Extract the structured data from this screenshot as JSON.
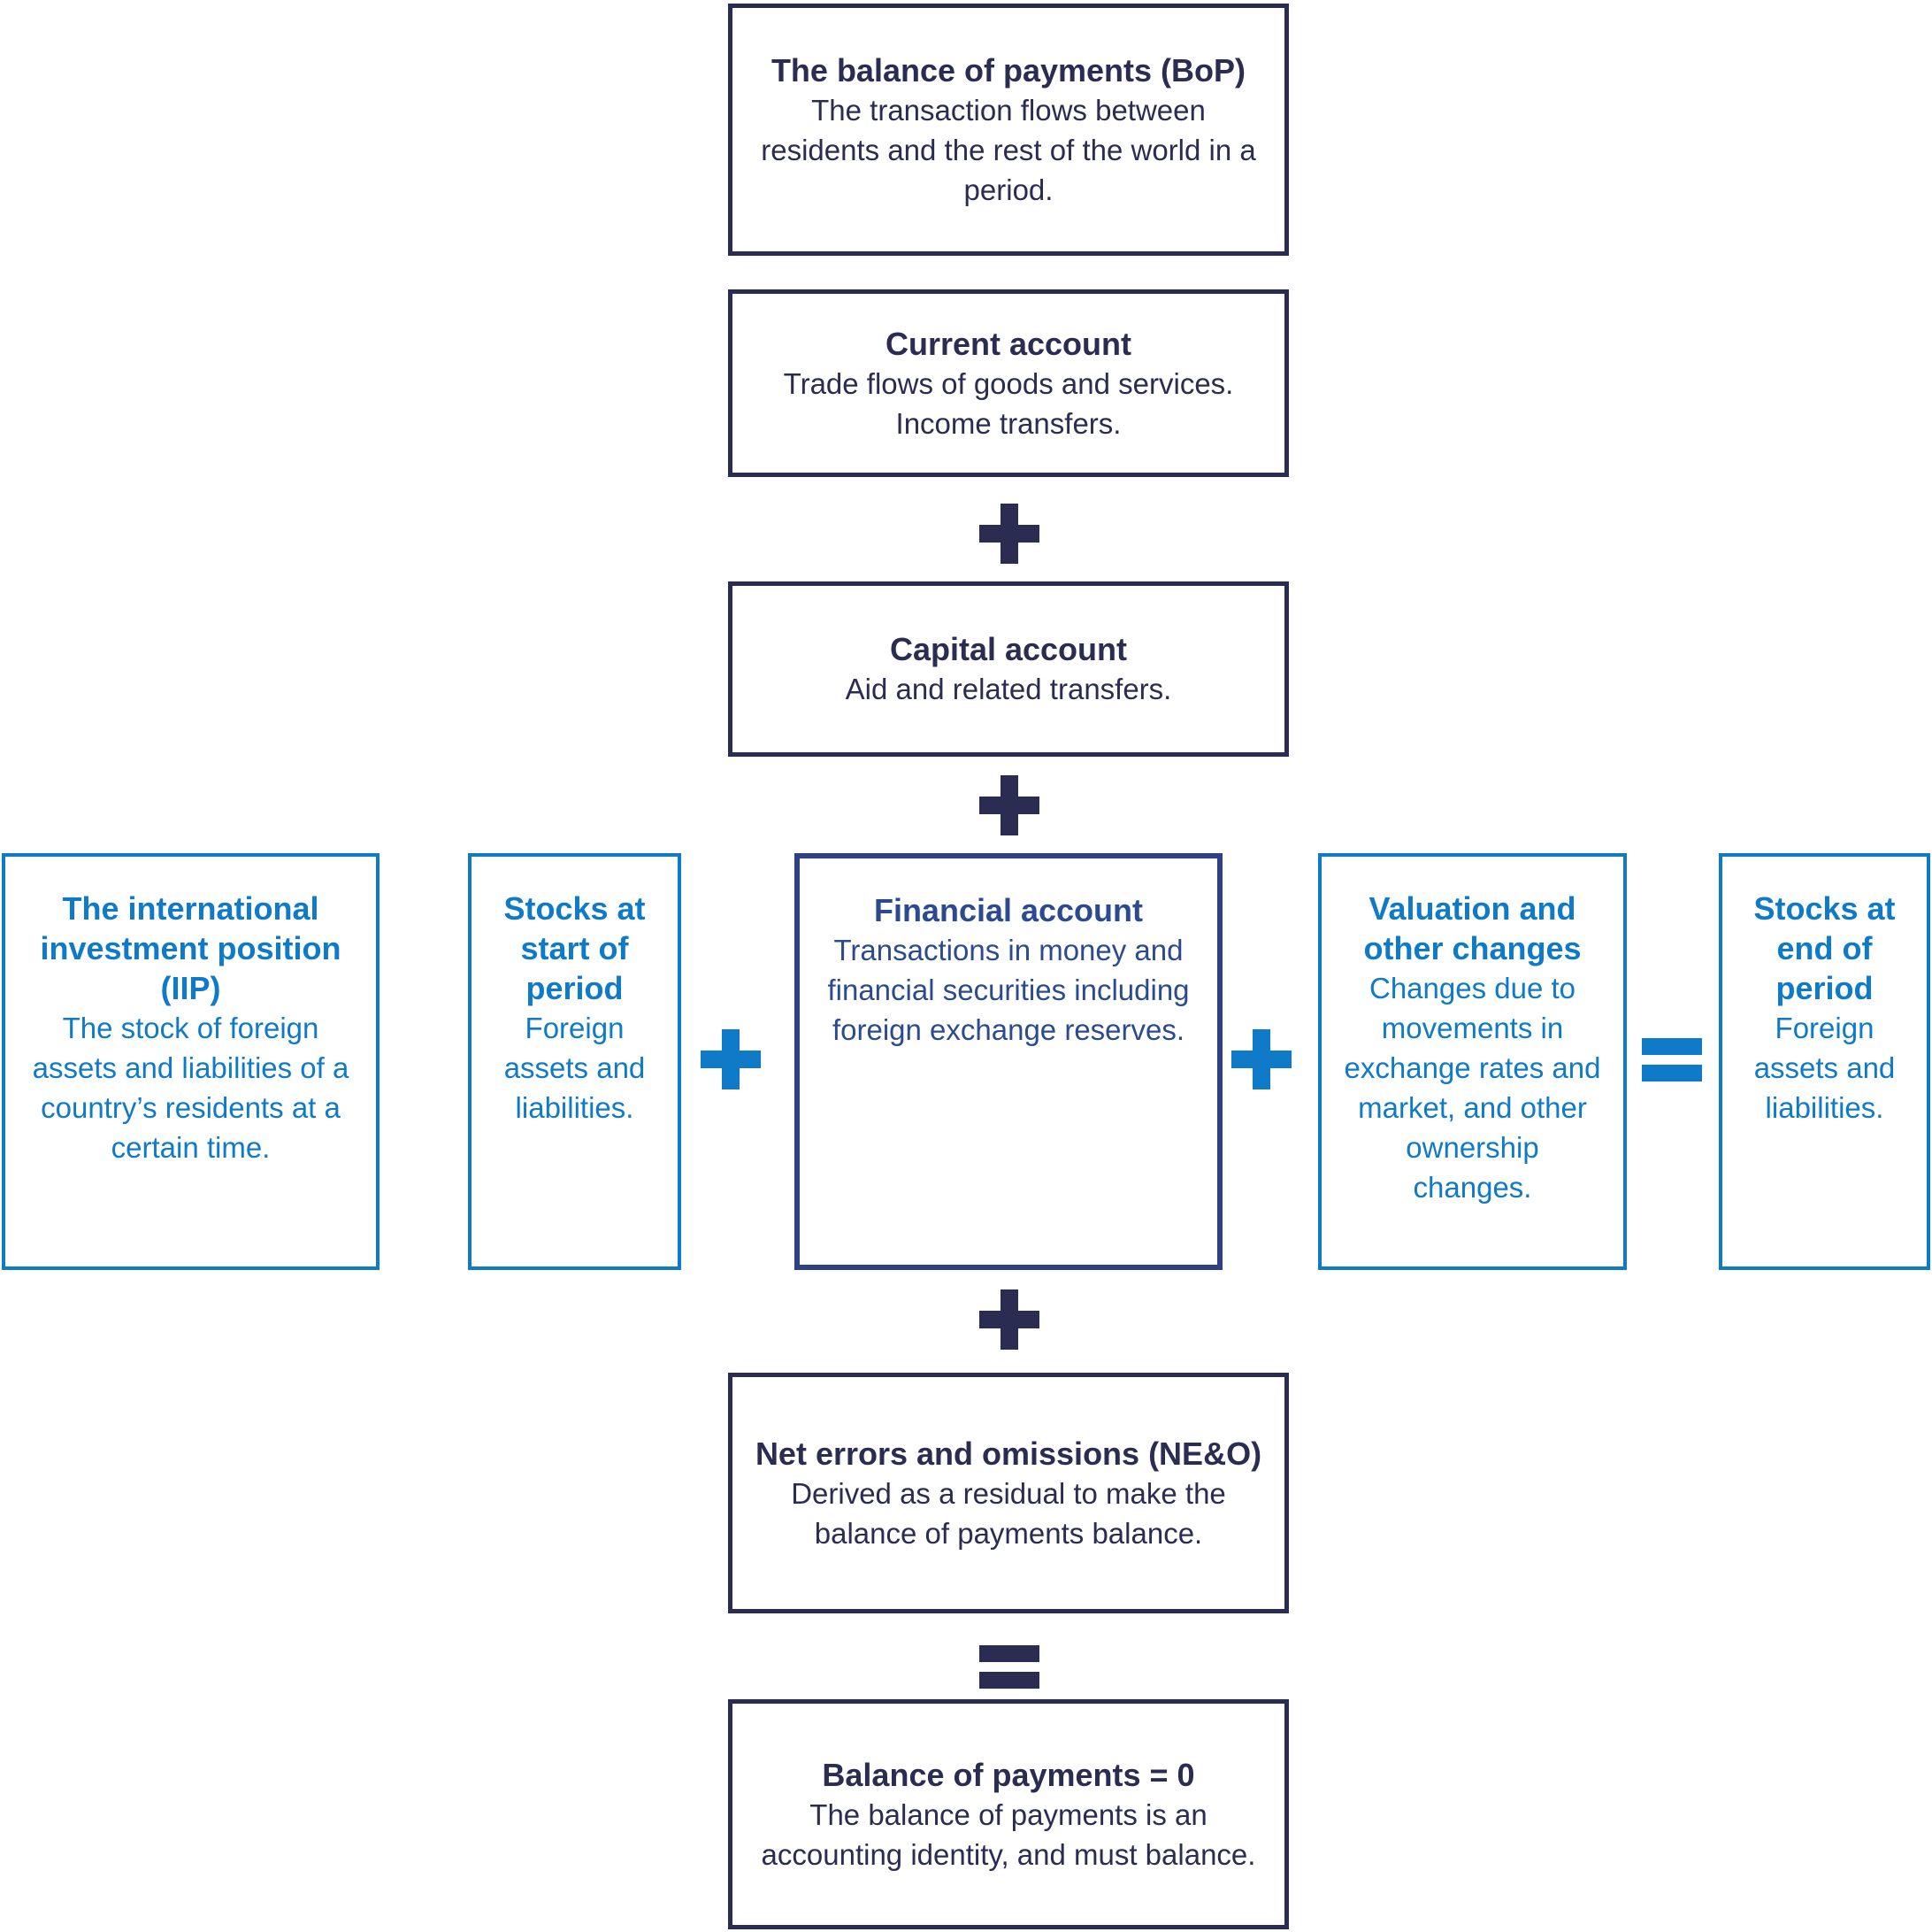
{
  "palette": {
    "dark_navy": "#2b2c52",
    "royal_blue_border": "#2e4183",
    "royal_blue_text": "#2c4a8f",
    "azure": "#0f7ac8",
    "background": "#ffffff"
  },
  "boxes": {
    "bop": {
      "title": "The balance of payments (BoP)",
      "body": "The transaction flows between residents and the rest of the world in a period."
    },
    "current": {
      "title": "Current account",
      "body": "Trade flows of goods and services. Income transfers."
    },
    "capital": {
      "title": "Capital account",
      "body": "Aid and related transfers."
    },
    "financial": {
      "title": "Financial account",
      "body": "Transactions in money and financial securities including foreign exchange reserves."
    },
    "neo": {
      "title": "Net errors and omissions (NE&O)",
      "body": "Derived as a residual to make the balance of payments balance."
    },
    "balance": {
      "title": "Balance of payments = 0",
      "body": "The balance of payments is an accounting identity, and must balance."
    },
    "iip": {
      "title": "The international investment position (IIP)",
      "body": "The stock of foreign assets and liabilities of a country’s residents at a certain time."
    },
    "stocks_start": {
      "title": "Stocks at start of period",
      "body": "Foreign assets and liabilities."
    },
    "valuation": {
      "title": "Valuation and other changes",
      "body": "Changes due to movements in exchange rates and market, and other ownership changes."
    },
    "stocks_end": {
      "title": "Stocks at end of period",
      "body": "Foreign assets and liabilities."
    }
  },
  "operators": {
    "column": [
      {
        "icon": "plus-icon",
        "symbol": "+",
        "color": "dark_navy",
        "between": [
          "current",
          "capital"
        ]
      },
      {
        "icon": "plus-icon",
        "symbol": "+",
        "color": "dark_navy",
        "between": [
          "capital",
          "financial"
        ]
      },
      {
        "icon": "plus-icon",
        "symbol": "+",
        "color": "dark_navy",
        "between": [
          "financial",
          "neo"
        ]
      },
      {
        "icon": "equals-icon",
        "symbol": "=",
        "color": "dark_navy",
        "between": [
          "neo",
          "balance"
        ]
      }
    ],
    "row": [
      {
        "icon": "plus-icon",
        "symbol": "+",
        "color": "azure",
        "between": [
          "stocks_start",
          "financial"
        ]
      },
      {
        "icon": "plus-icon",
        "symbol": "+",
        "color": "azure",
        "between": [
          "financial",
          "valuation"
        ]
      },
      {
        "icon": "equals-icon",
        "symbol": "=",
        "color": "azure",
        "between": [
          "valuation",
          "stocks_end"
        ]
      }
    ]
  }
}
